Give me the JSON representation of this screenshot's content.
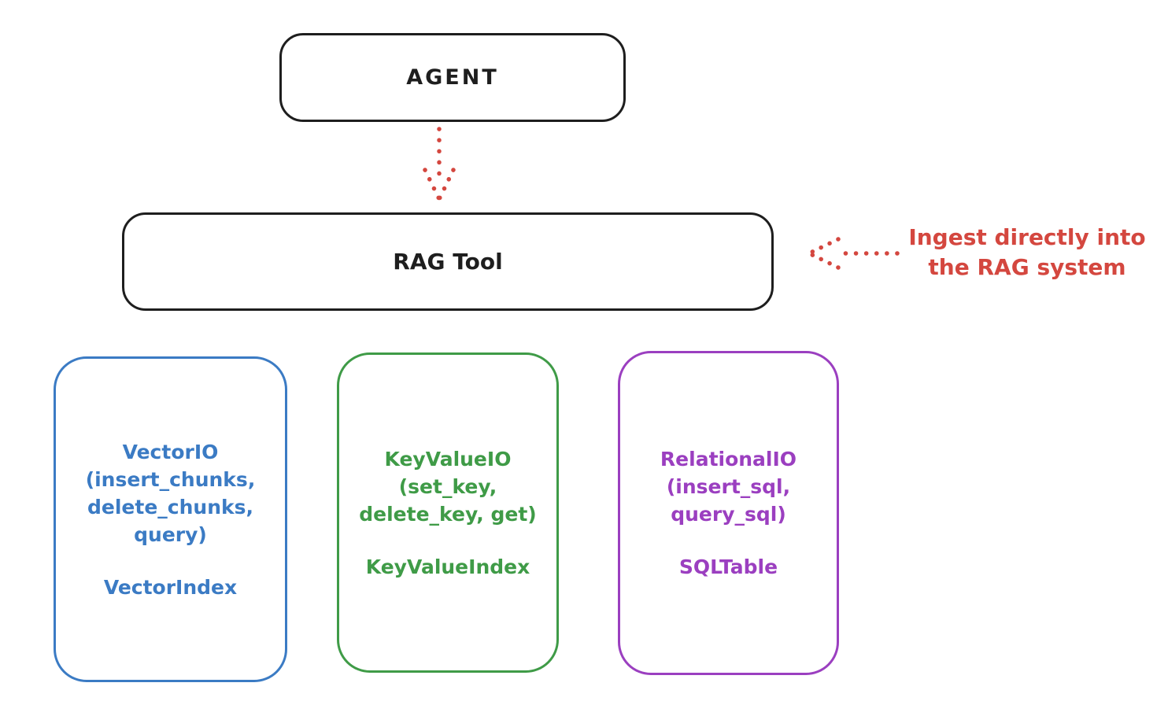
{
  "canvas": {
    "background": "#ffffff",
    "ink": "#1e1e1e",
    "accent_red": "#d4473f"
  },
  "nodes": {
    "agent": {
      "label": "AGENT"
    },
    "rag_tool": {
      "label": "RAG Tool"
    }
  },
  "arrows": {
    "agent_to_rag": "dotted-down-arrow",
    "ingest_to_rag": "dotted-left-arrow"
  },
  "annotation": {
    "line1": "Ingest directly into",
    "line2": "the RAG system"
  },
  "backends": [
    {
      "name": "VectorIO",
      "methods": "(insert_chunks, delete_chunks, query)",
      "index": "VectorIndex",
      "color": "#3b7bc4"
    },
    {
      "name": "KeyValueIO",
      "methods": "(set_key, delete_key, get)",
      "index": "KeyValueIndex",
      "color": "#3f9b47"
    },
    {
      "name": "RelationalIO",
      "methods": "(insert_sql, query_sql)",
      "index": "SQLTable",
      "color": "#9b3fc0"
    }
  ]
}
